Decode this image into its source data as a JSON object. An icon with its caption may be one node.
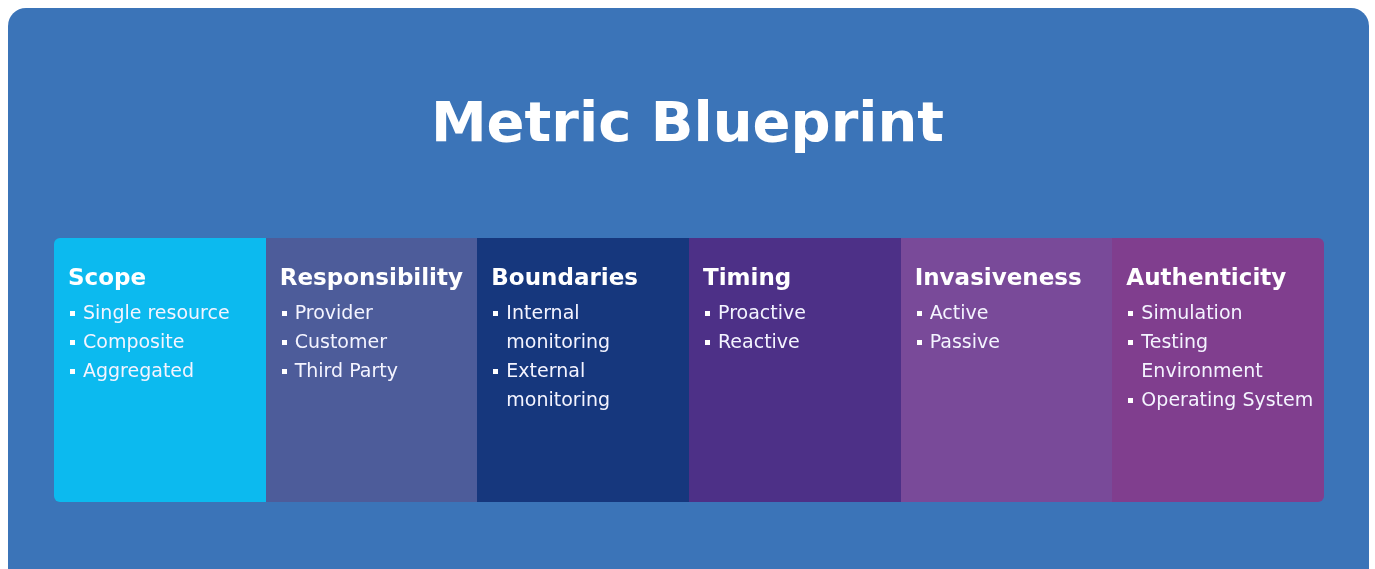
{
  "diagram": {
    "title": "Metric Blueprint",
    "nodes": [
      {
        "text": [
          "Scope",
          "Single resource",
          "Composite",
          "Aggregated"
        ]
      },
      {
        "text": [
          "Responsibility",
          "Provider",
          "Customer",
          "Third Party"
        ]
      },
      {
        "text": [
          "Boundaries",
          "Internal monitoring",
          "External monitoring"
        ]
      },
      {
        "text": [
          "Timing",
          "Proactive",
          "Reactive"
        ]
      },
      {
        "text": [
          "Invasiveness",
          "Active",
          "Passive"
        ]
      },
      {
        "text": [
          "Authenticity",
          "Simulation",
          "Testing Environment",
          "Operating System"
        ]
      }
    ]
  }
}
